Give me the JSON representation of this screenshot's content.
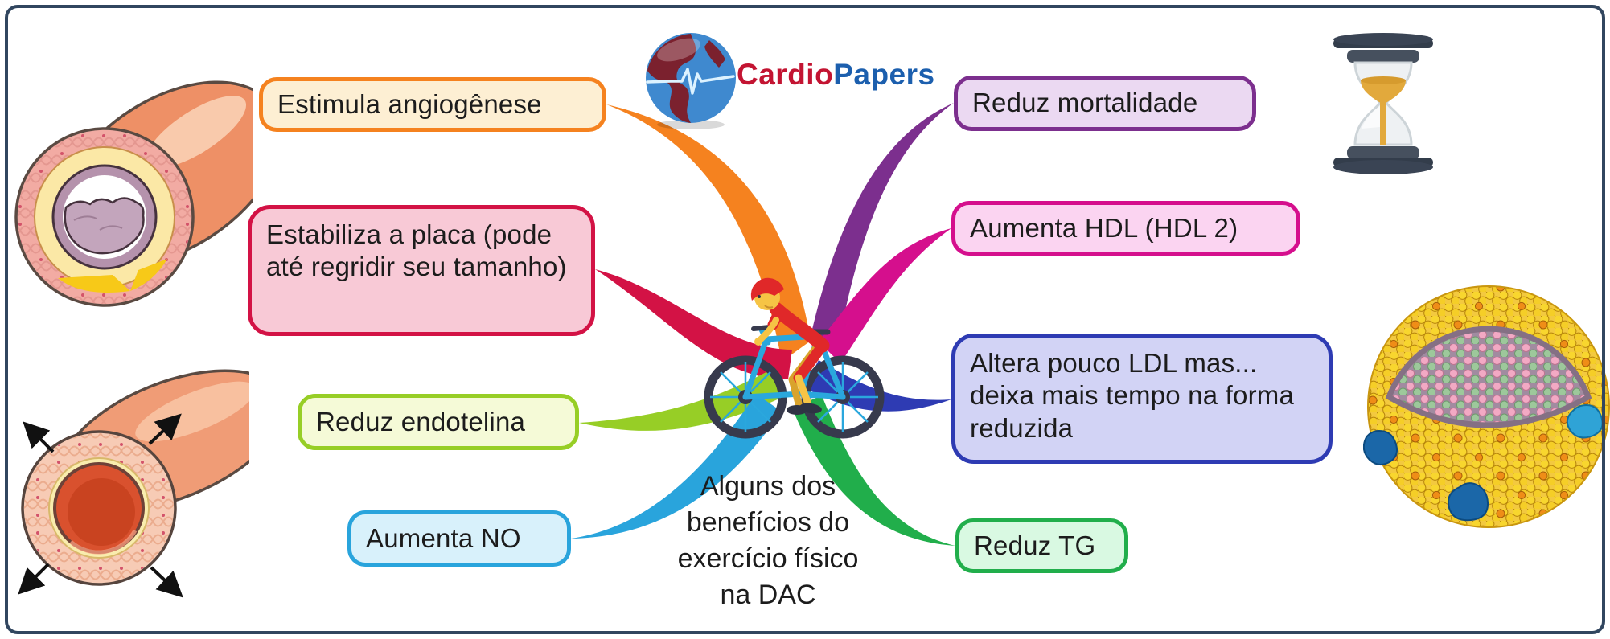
{
  "brand": {
    "logo_icon": "globe-ecg-icon",
    "name_cardio": "Cardio",
    "name_papers": "Papers",
    "color_cardio": "#C31432",
    "color_papers": "#1C5FAE"
  },
  "center_topic": {
    "icon": "cyclist-icon",
    "lines": [
      "Alguns dos",
      "benefícios do",
      "exercício físico",
      "na DAC"
    ]
  },
  "branches_left": [
    {
      "label": "Estimula angiogênese",
      "border_color": "#F5821F",
      "fill_color": "#FDEFD3"
    },
    {
      "label": "Estabiliza a placa (pode até regridir seu tamanho)",
      "border_color": "#D31245",
      "fill_color": "#F8C9D6"
    },
    {
      "label": "Reduz endotelina",
      "border_color": "#97CE26",
      "fill_color": "#F5FAD7"
    },
    {
      "label": "Aumenta NO",
      "border_color": "#29A4DC",
      "fill_color": "#D8F1FB"
    }
  ],
  "branches_right": [
    {
      "label": "Reduz mortalidade",
      "border_color": "#7C2F8E",
      "fill_color": "#EBD9F2"
    },
    {
      "label": "Aumenta HDL (HDL 2)",
      "border_color": "#D50F8D",
      "fill_color": "#FBD4F1"
    },
    {
      "label": "Altera pouco LDL mas... deixa mais tempo na forma reduzida",
      "border_color": "#2E3BB3",
      "fill_color": "#D2D3F5"
    },
    {
      "label": "Reduz TG",
      "border_color": "#21AE4B",
      "fill_color": "#D9F9E2"
    }
  ],
  "illustrations": {
    "top_left": "atherosclerotic-artery-illustration",
    "bottom_left": "dilated-vessel-illustration",
    "top_right": "hourglass-illustration",
    "middle_right": "lipoprotein-particle-illustration"
  },
  "frame_color": "#31465F",
  "text_color": "#1c1c1c"
}
